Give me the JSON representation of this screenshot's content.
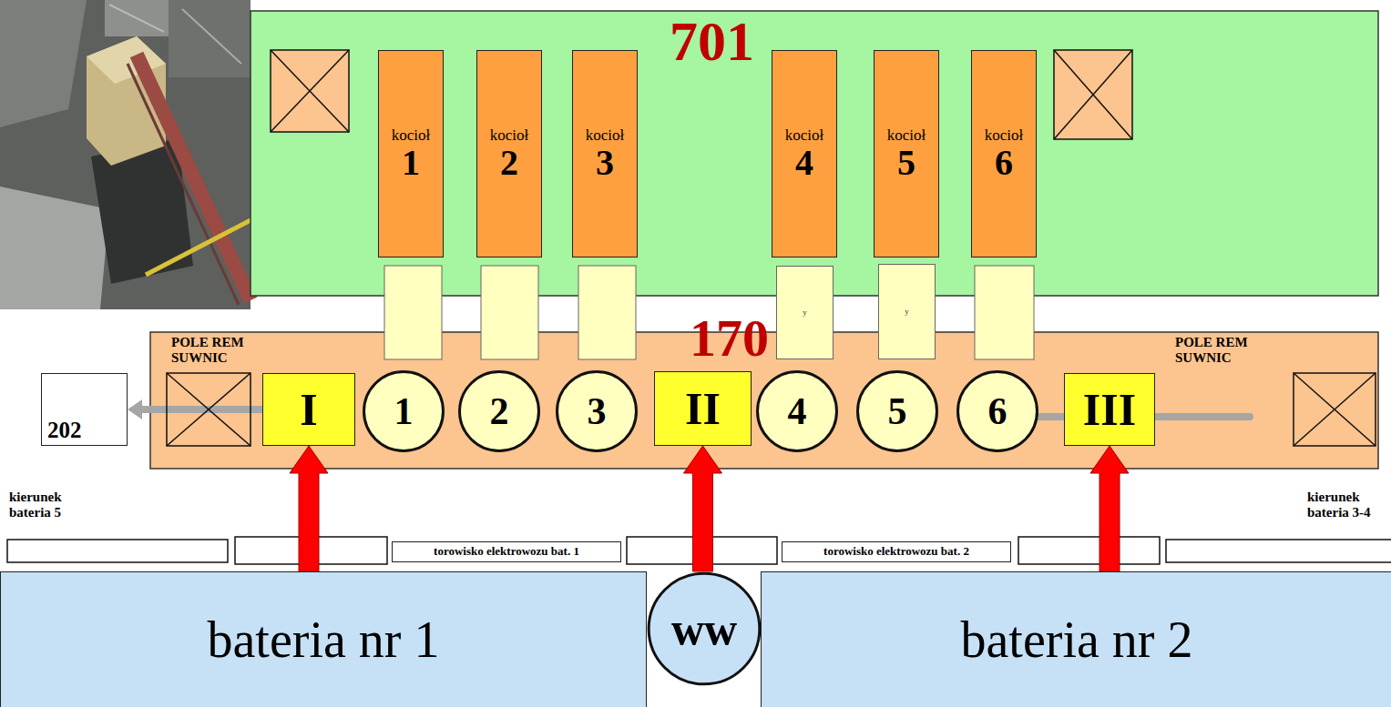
{
  "diagram": {
    "nodes": [
      {
        "text": [
          "701"
        ]
      },
      {
        "text": [
          "kocioł",
          "1"
        ],
        "in": 0
      },
      {
        "text": [
          "kocioł",
          "2"
        ],
        "in": 0
      },
      {
        "text": [
          "kocioł",
          "3"
        ],
        "in": 0
      },
      {
        "text": [
          "kocioł",
          "4"
        ],
        "in": 0
      },
      {
        "text": [
          "kocioł",
          "5"
        ],
        "in": 0
      },
      {
        "text": [
          "kocioł",
          "6"
        ],
        "in": 0
      },
      {
        "text": [
          "y"
        ]
      },
      {
        "text": [
          "y"
        ]
      },
      {
        "text": [
          "170"
        ]
      },
      {
        "text": [
          "POLE REM SUWNIC"
        ],
        "in": 9
      },
      {
        "text": [
          "I"
        ],
        "in": 9
      },
      {
        "text": [
          "1"
        ],
        "in": 9
      },
      {
        "text": [
          "2"
        ],
        "in": 9
      },
      {
        "text": [
          "3"
        ],
        "in": 9
      },
      {
        "text": [
          "II"
        ],
        "in": 9
      },
      {
        "text": [
          "4"
        ],
        "in": 9
      },
      {
        "text": [
          "5"
        ],
        "in": 9
      },
      {
        "text": [
          "6"
        ],
        "in": 9
      },
      {
        "text": [
          "III"
        ],
        "in": 9
      },
      {
        "text": [
          "POLE REM SUWNIC"
        ],
        "in": 9
      },
      {
        "text": [
          "202"
        ]
      },
      {
        "text": [
          "torowisko elektrowozu bat. 1"
        ]
      },
      {
        "text": [
          "torowisko elektrowozu bat. 2"
        ]
      },
      {
        "text": [
          "bateria nr 1"
        ]
      },
      {
        "text": [
          "ww"
        ]
      },
      {
        "text": [
          "bateria nr 2"
        ]
      }
    ],
    "edges": [
      {
        "from": 24,
        "to": 11,
        "arrow": "to"
      },
      {
        "from": 25,
        "to": 15,
        "arrow": "to"
      },
      {
        "from": 26,
        "to": 19,
        "arrow": "to"
      },
      {
        "from": 11,
        "to": 21,
        "arrow": "to"
      }
    ],
    "labels": [
      "kierunek bateria 5",
      "kierunek bateria 3-4"
    ]
  }
}
